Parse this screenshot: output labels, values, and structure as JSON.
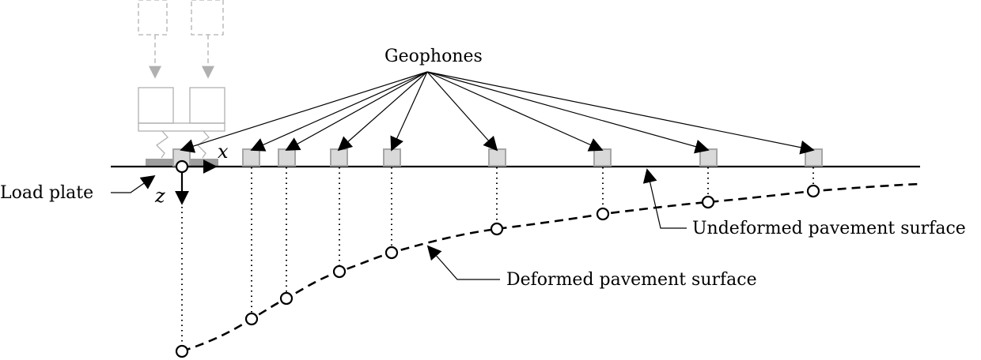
{
  "labels": {
    "geophones": "Geophones",
    "load_plate": "Load plate",
    "x_axis": "x",
    "z_axis": "z",
    "undeformed": "Undeformed pavement surface",
    "deformed": "Deformed pavement surface"
  },
  "colors": {
    "ink": "#000000",
    "geophone_fill": "#d9d9d9",
    "geophone_stroke": "#a6a6a6",
    "load_plate": "#9e9e9e",
    "ghost": "#b0b0b0"
  },
  "geophone_count": 9,
  "deflection_points_count": 9
}
